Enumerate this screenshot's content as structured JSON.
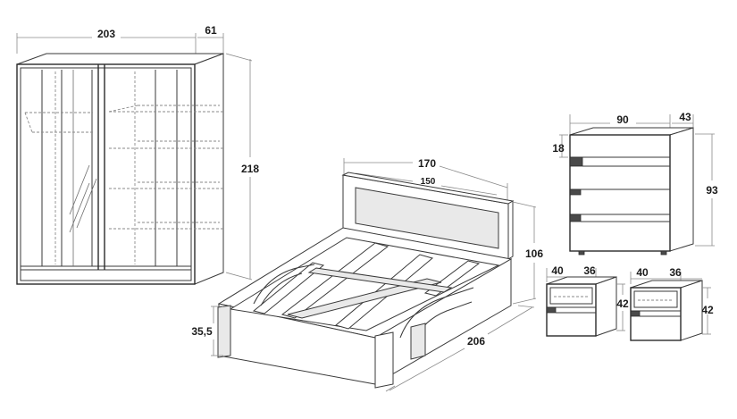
{
  "wardrobe": {
    "width": "203",
    "depth": "61",
    "height": "218"
  },
  "bed": {
    "width": "170",
    "headboard": "150",
    "height": "106",
    "side_height": "35,5",
    "length": "206"
  },
  "chest": {
    "width": "90",
    "depth": "43",
    "drawer": "18",
    "height": "93"
  },
  "nightstand_left": {
    "width": "40",
    "depth": "36",
    "height": "42"
  },
  "nightstand_right": {
    "width": "40",
    "depth": "36",
    "height": "42"
  }
}
